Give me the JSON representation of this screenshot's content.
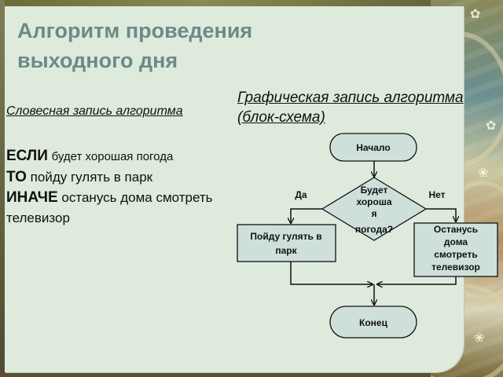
{
  "title": "Алгоритм проведения выходного дня",
  "verbal": {
    "heading": "Словесная запись алгоритма",
    "if_kw": "ЕСЛИ",
    "if_text": "будет хорошая погода",
    "then_kw": "ТО",
    "then_text": "пойду гулять в парк",
    "else_kw": "ИНАЧЕ",
    "else_text": "останусь дома смотреть телевизор"
  },
  "graphic": {
    "heading": "Графическая запись алгоритма (блок-схема)"
  },
  "flowchart": {
    "start": "Начало",
    "condition_lines": [
      "Будет",
      "хороша",
      "я",
      "погода?"
    ],
    "yes_label": "Да",
    "no_label": "Нет",
    "yes_action_lines": [
      "Пойду гулять в",
      "парк"
    ],
    "no_action_lines": [
      "Останусь",
      "дома",
      "смотреть",
      "телевизор"
    ],
    "end": "Конец"
  },
  "colors": {
    "panel": "#deeadc",
    "title": "#6d8a86",
    "shape_fill": "#cfe0da",
    "stroke": "#111111"
  }
}
